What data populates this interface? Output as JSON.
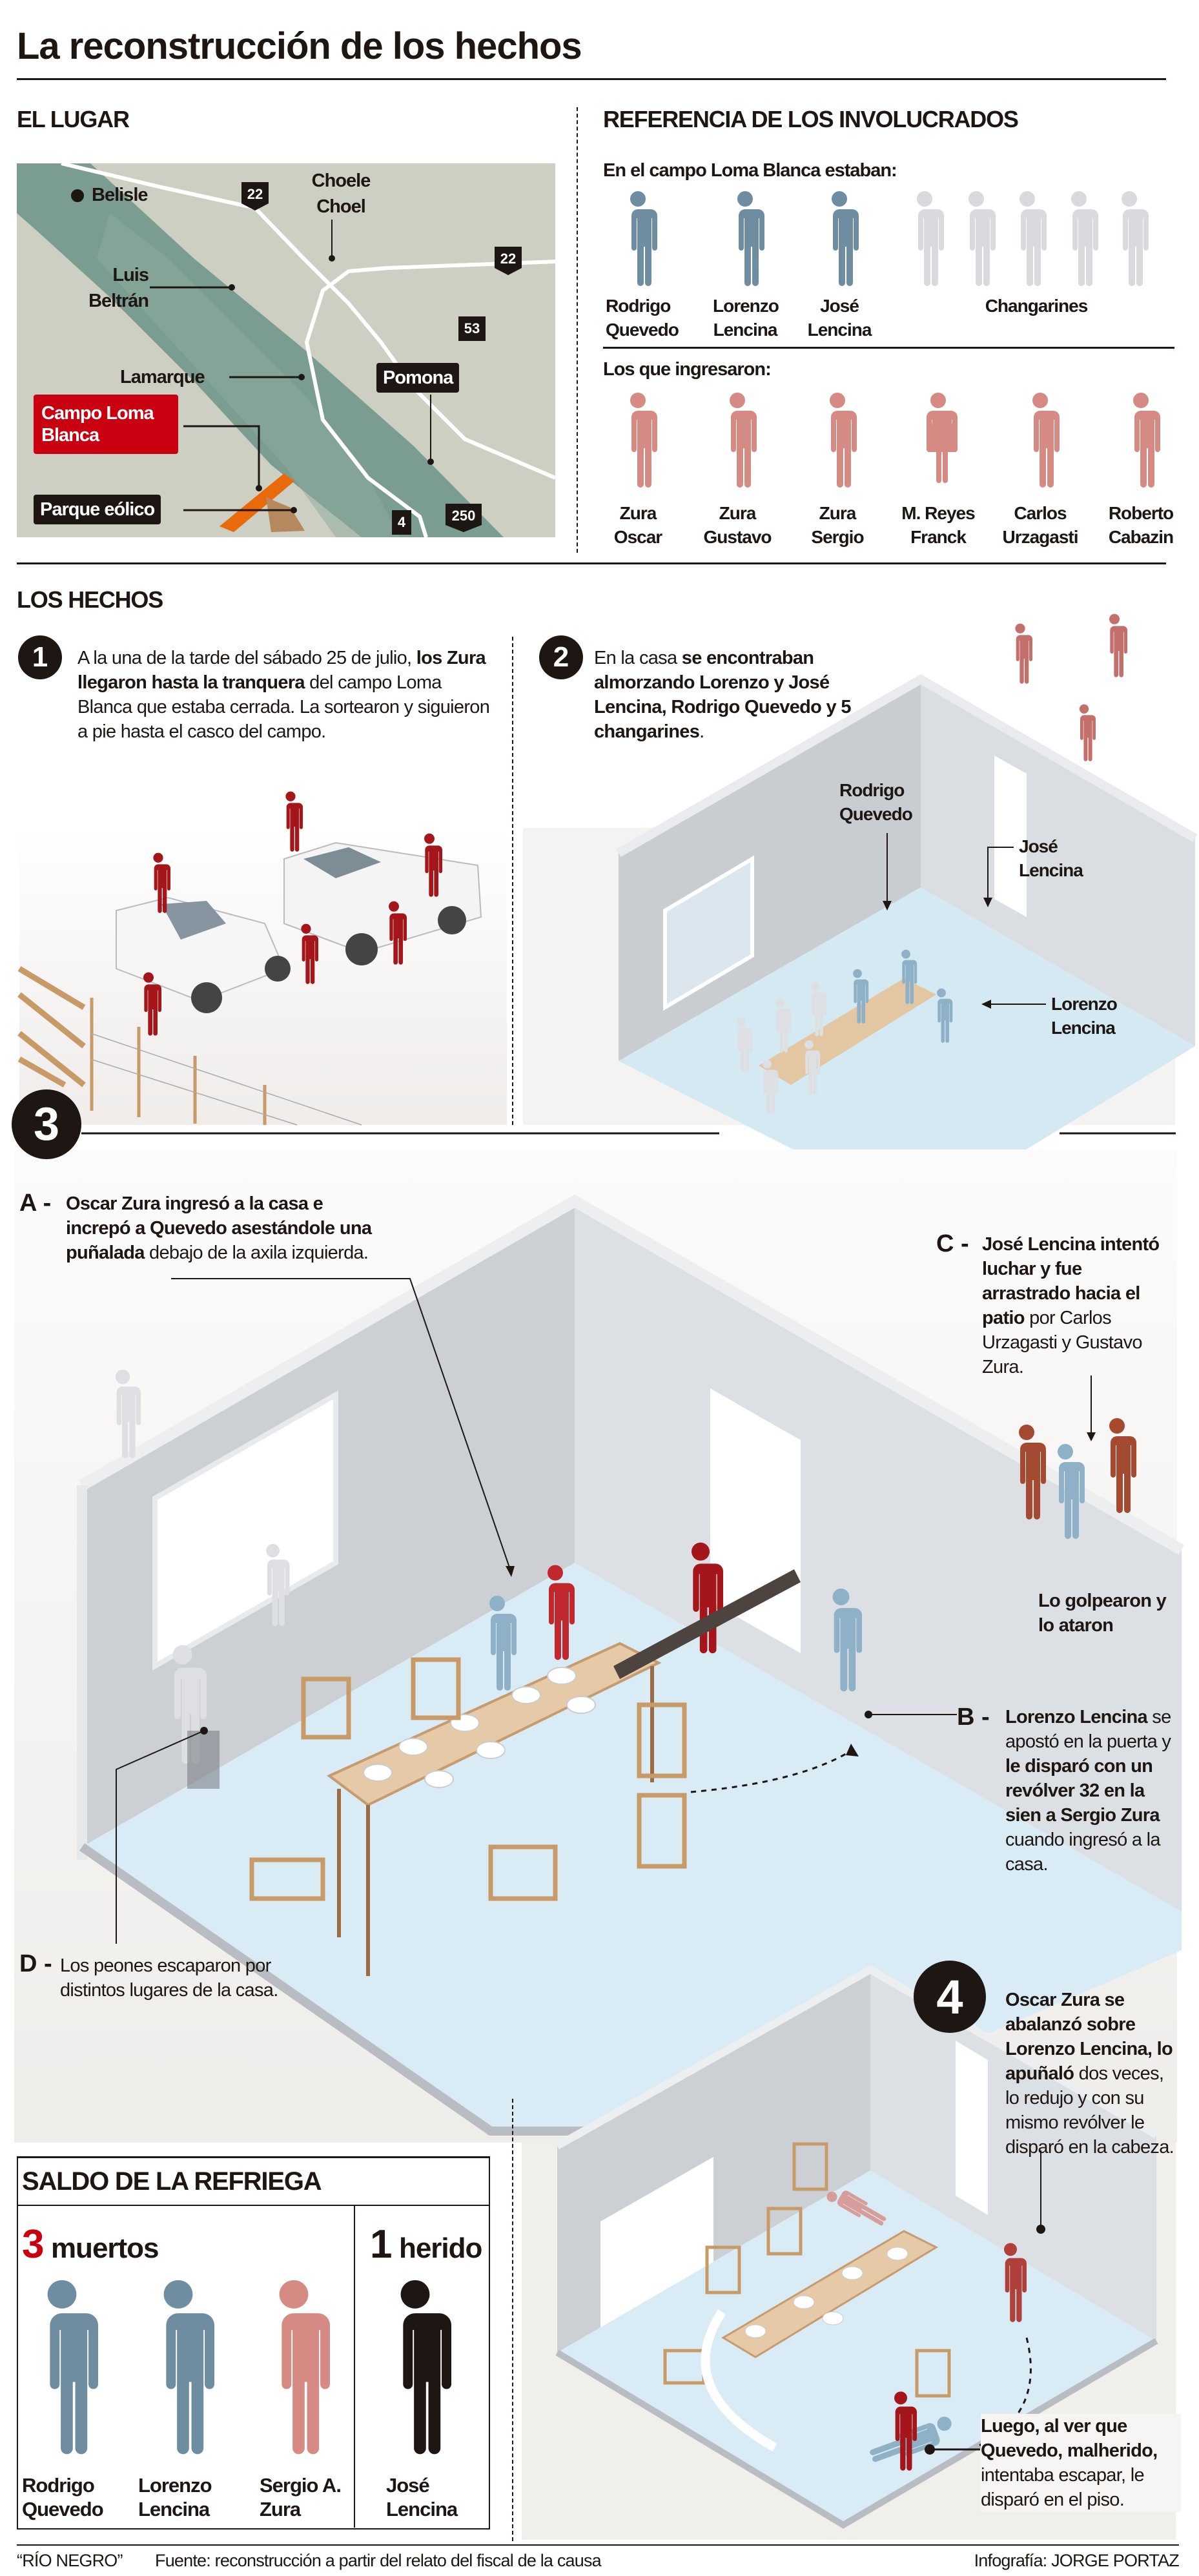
{
  "title": "La reconstrucción de los hechos",
  "lugar": {
    "heading": "EL LUGAR",
    "places": {
      "belisle": "Belisle",
      "choele_choel": "Choele Choel",
      "luis_beltran": "Luis Beltrán",
      "lamarque": "Lamarque",
      "pomona": "Pomona"
    },
    "routes": {
      "r22_west": "22",
      "r22_east": "22",
      "r53": "53",
      "r4": "4",
      "r250": "250"
    },
    "campo": "Campo Loma Blanca",
    "parque": "Parque eólico",
    "colors": {
      "campo": "#c8000f",
      "parque": "#e86a0a"
    }
  },
  "referencia": {
    "heading": "REFERENCIA DE LOS INVOLUCRADOS",
    "group1_label": "En el campo Loma Blanca estaban:",
    "group1": [
      {
        "name": "Rodrigo Quevedo"
      },
      {
        "name": "Lorenzo Lencina"
      },
      {
        "name": "José Lencina"
      }
    ],
    "changarines_label": "Changarines",
    "changarines_count": 5,
    "group2_label": "Los que ingresaron:",
    "group2": [
      {
        "name": "Zura Oscar"
      },
      {
        "name": "Zura Gustavo"
      },
      {
        "name": "Zura Sergio"
      },
      {
        "name": "M. Reyes Franck"
      },
      {
        "name": "Carlos Urzagasti"
      },
      {
        "name": "Roberto Cabazin"
      }
    ],
    "colors": {
      "residents": "#6f8da1",
      "changarines": "#d9dadd",
      "intruders": "#d68a84"
    }
  },
  "hechos": {
    "heading": "LOS HECHOS",
    "step1": {
      "num": "1",
      "text": [
        {
          "t": "A la una de la tarde del sábado 25 de julio, "
        },
        {
          "t": "los Zura llegaron hasta la tranquera",
          "b": true
        },
        {
          "t": " del campo Loma Blanca que estaba cerrada. La sortearon y siguieron a pie hasta el casco del campo."
        }
      ]
    },
    "step2": {
      "num": "2",
      "text": [
        {
          "t": "En la casa "
        },
        {
          "t": "se encontraban almorzando Lorenzo y José Lencina, Rodrigo Quevedo y 5 changarines",
          "b": true
        },
        {
          "t": "."
        }
      ],
      "labels": {
        "quevedo": "Rodrigo Quevedo",
        "jose": "José Lencina",
        "lorenzo": "Lorenzo Lencina"
      }
    },
    "step3": {
      "num": "3",
      "a": {
        "letter": "A -",
        "text": [
          {
            "t": "Oscar Zura ingresó a la casa e increpó a Quevedo asestándole una puñalada",
            "b": true
          },
          {
            "t": " debajo de la axila izquierda."
          }
        ]
      },
      "b": {
        "letter": "B -",
        "text": [
          {
            "t": "Lorenzo Lencina",
            "b": true
          },
          {
            "t": " se apostó en la puerta y "
          },
          {
            "t": "le disparó con un revólver 32 en la sien a Sergio Zura",
            "b": true
          },
          {
            "t": " cuando ingresó a la casa."
          }
        ]
      },
      "c": {
        "letter": "C -",
        "text": [
          {
            "t": "José Lencina intentó luchar y fue arrastrado hacia el patio",
            "b": true
          },
          {
            "t": " por Carlos Urzagasti y Gustavo Zura."
          }
        ],
        "note": "Lo golpearon y lo ataron"
      },
      "d": {
        "letter": "D -",
        "text": [
          {
            "t": "Los peones escaparon por distintos lugares de la casa."
          }
        ]
      }
    },
    "step4": {
      "num": "4",
      "text": [
        {
          "t": "Oscar Zura se abalanzó sobre Lorenzo Lencina, lo apuñaló",
          "b": true
        },
        {
          "t": " dos veces, lo redujo y con su mismo revólver le disparó en la cabeza."
        }
      ],
      "text2": [
        {
          "t": "Luego, al ver que Quevedo, malherido,",
          "b": true
        },
        {
          "t": " intentaba escapar, le disparó en el piso."
        }
      ]
    }
  },
  "saldo": {
    "heading": "SALDO DE LA REFRIEGA",
    "dead_count": "3",
    "dead_label": "muertos",
    "wounded_count": "1",
    "wounded_label": "herido",
    "dead": [
      {
        "name": "Rodrigo Quevedo"
      },
      {
        "name": "Lorenzo Lencina"
      },
      {
        "name": "Sergio A. Zura"
      }
    ],
    "wounded": [
      {
        "name": "José Lencina"
      }
    ],
    "colors": {
      "count": "#c8000f"
    }
  },
  "footer": {
    "source_paper": "“RÍO NEGRO”",
    "source": "Fuente: reconstrucción a partir del relato del fiscal de la causa",
    "credit": "Infografía: JORGE PORTAZ"
  }
}
